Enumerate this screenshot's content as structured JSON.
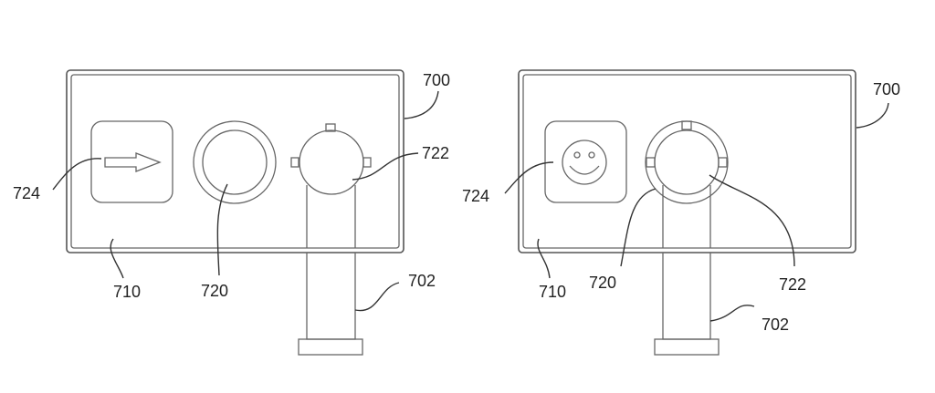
{
  "figure": {
    "left": {
      "icon": "arrow-right-icon",
      "labels": {
        "housing": "700",
        "stand": "702",
        "panel": "710",
        "ring": "720",
        "camera": "722",
        "indicator": "724"
      }
    },
    "right": {
      "icon": "smiley-face-icon",
      "labels": {
        "housing": "700",
        "stand": "702",
        "panel": "710",
        "ring": "720",
        "camera": "722",
        "indicator": "724"
      }
    }
  }
}
